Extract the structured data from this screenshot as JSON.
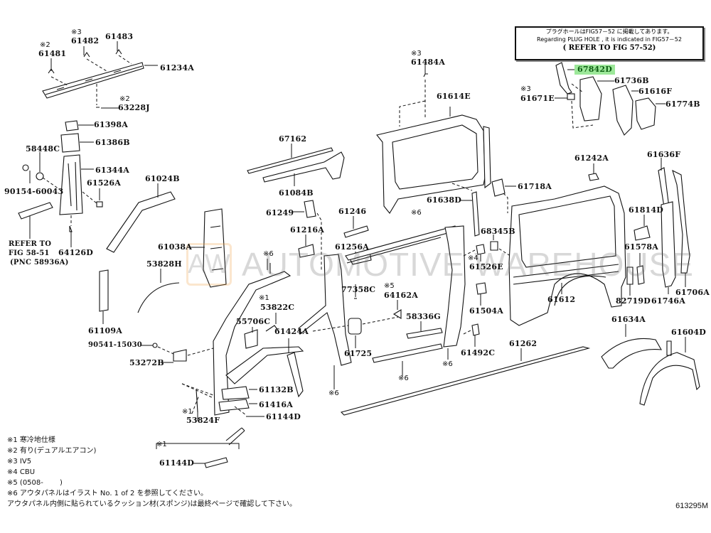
{
  "diagram": {
    "id": "613295M",
    "highlight_color": "#9de89a",
    "watermark": {
      "logo_text": "AW",
      "text": "AUTOMOTIVE WAREHOUSE"
    },
    "reference_box": {
      "line1": "プラグホールはFIG57－52 に掲載してあります。",
      "line2": "Regarding PLUG HOLE , it is indicated in FIG57－52",
      "line3": "( REFER TO FIG 57-52)"
    },
    "labels": {
      "n61481": "61481",
      "m61481": "※2",
      "n61482": "61482",
      "m61482": "※3",
      "n61483": "61483",
      "n61234A": "61234A",
      "n63228J": "63228J",
      "m63228J": "※2",
      "n61398A": "61398A",
      "n61386B": "61386B",
      "n58448C": "58448C",
      "n61344A": "61344A",
      "n61526A": "61526A",
      "n90154": "90154-60043",
      "refer_fig1": "REFER TO",
      "refer_fig2": "FIG 58-51",
      "refer_fig3": "(PNC 58936A)",
      "n64126D": "64126D",
      "n61024B": "61024B",
      "n67162": "67162",
      "n61084B": "61084B",
      "n61038A": "61038A",
      "n53828H": "53828H",
      "n61249": "61249",
      "n61216A": "61216A",
      "n61246": "61246",
      "n61256A": "61256A",
      "m6a": "※6",
      "m6b": "※6",
      "m6c": "※6",
      "m6d": "※6",
      "m6e": "※6",
      "n61109A": "61109A",
      "n90541": "90541-15030",
      "n53272B": "53272B",
      "n53822C": "53822C",
      "m53822C": "※1",
      "n55706C": "55706C",
      "n61424A": "61424A",
      "n77358C": "77358C",
      "n61725": "61725",
      "n64162A": "64162A",
      "m64162A": "※5",
      "n58336G": "58336G",
      "n61132B": "61132B",
      "n61416A": "61416A",
      "n61144D": "61144D",
      "n53824F": "53824F",
      "m53824F": "※1",
      "n61144D_2": "61144D",
      "m61144D_2": "※1",
      "n61484A": "61484A",
      "m61484A": "※3",
      "n61614E": "61614E",
      "n61638D": "61638D",
      "n61718A": "61718A",
      "n68345B": "68345B",
      "n61526E": "61526E",
      "m61526E": "※4",
      "n61504A": "61504A",
      "n61492C": "61492C",
      "n61262": "61262",
      "n67842D": "67842D",
      "n61736B": "61736B",
      "n61671E": "61671E",
      "m61671E": "※3",
      "n61616F": "61616F",
      "n61774B": "61774B",
      "n61242A": "61242A",
      "n61636F": "61636F",
      "n61814D": "61814D",
      "n61578A": "61578A",
      "n61612": "61612",
      "n82719D": "82719D",
      "n61746A": "61746A",
      "n61706A": "61706A",
      "n61634A": "61634A",
      "n61604D": "61604D"
    },
    "footnotes": [
      "※1 寒冷地仕様",
      "※2 有り(デュアルエアコン)",
      "※3 IV5",
      "※4 CBU",
      "※5 (0508-　　 )",
      "※6 アウタパネルはイラスト No. 1 of 2 を参照してください。",
      "アウタパネル内側に貼られているクッション材(スポンジ)は最終ページで確認して下さい。"
    ]
  }
}
